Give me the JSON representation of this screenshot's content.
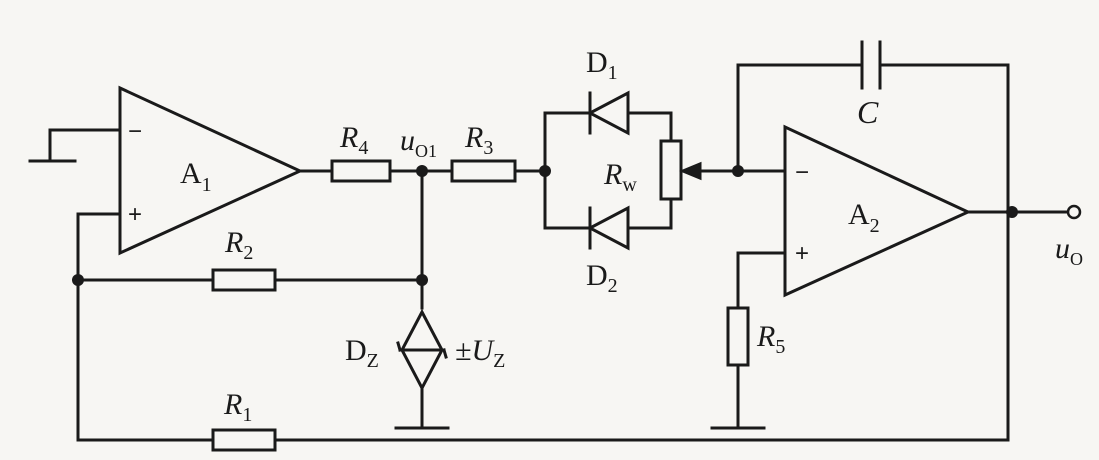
{
  "labels": {
    "a1": {
      "main": "A",
      "sub": "1"
    },
    "a2": {
      "main": "A",
      "sub": "2"
    },
    "r1": {
      "main": "R",
      "sub": "1"
    },
    "r2": {
      "main": "R",
      "sub": "2"
    },
    "r3": {
      "main": "R",
      "sub": "3"
    },
    "r4": {
      "main": "R",
      "sub": "4"
    },
    "r5": {
      "main": "R",
      "sub": "5"
    },
    "rw": {
      "main": "R",
      "sub": "w"
    },
    "d1": {
      "main": "D",
      "sub": "1"
    },
    "d2": {
      "main": "D",
      "sub": "2"
    },
    "dz": {
      "main": "D",
      "sub": "Z"
    },
    "uz": {
      "main": "±U",
      "sub": "Z"
    },
    "uo1": {
      "main": "u",
      "sub": "O1"
    },
    "uo": {
      "main": "u",
      "sub": "O"
    },
    "c": "C",
    "minus": "−",
    "plus": "+"
  }
}
